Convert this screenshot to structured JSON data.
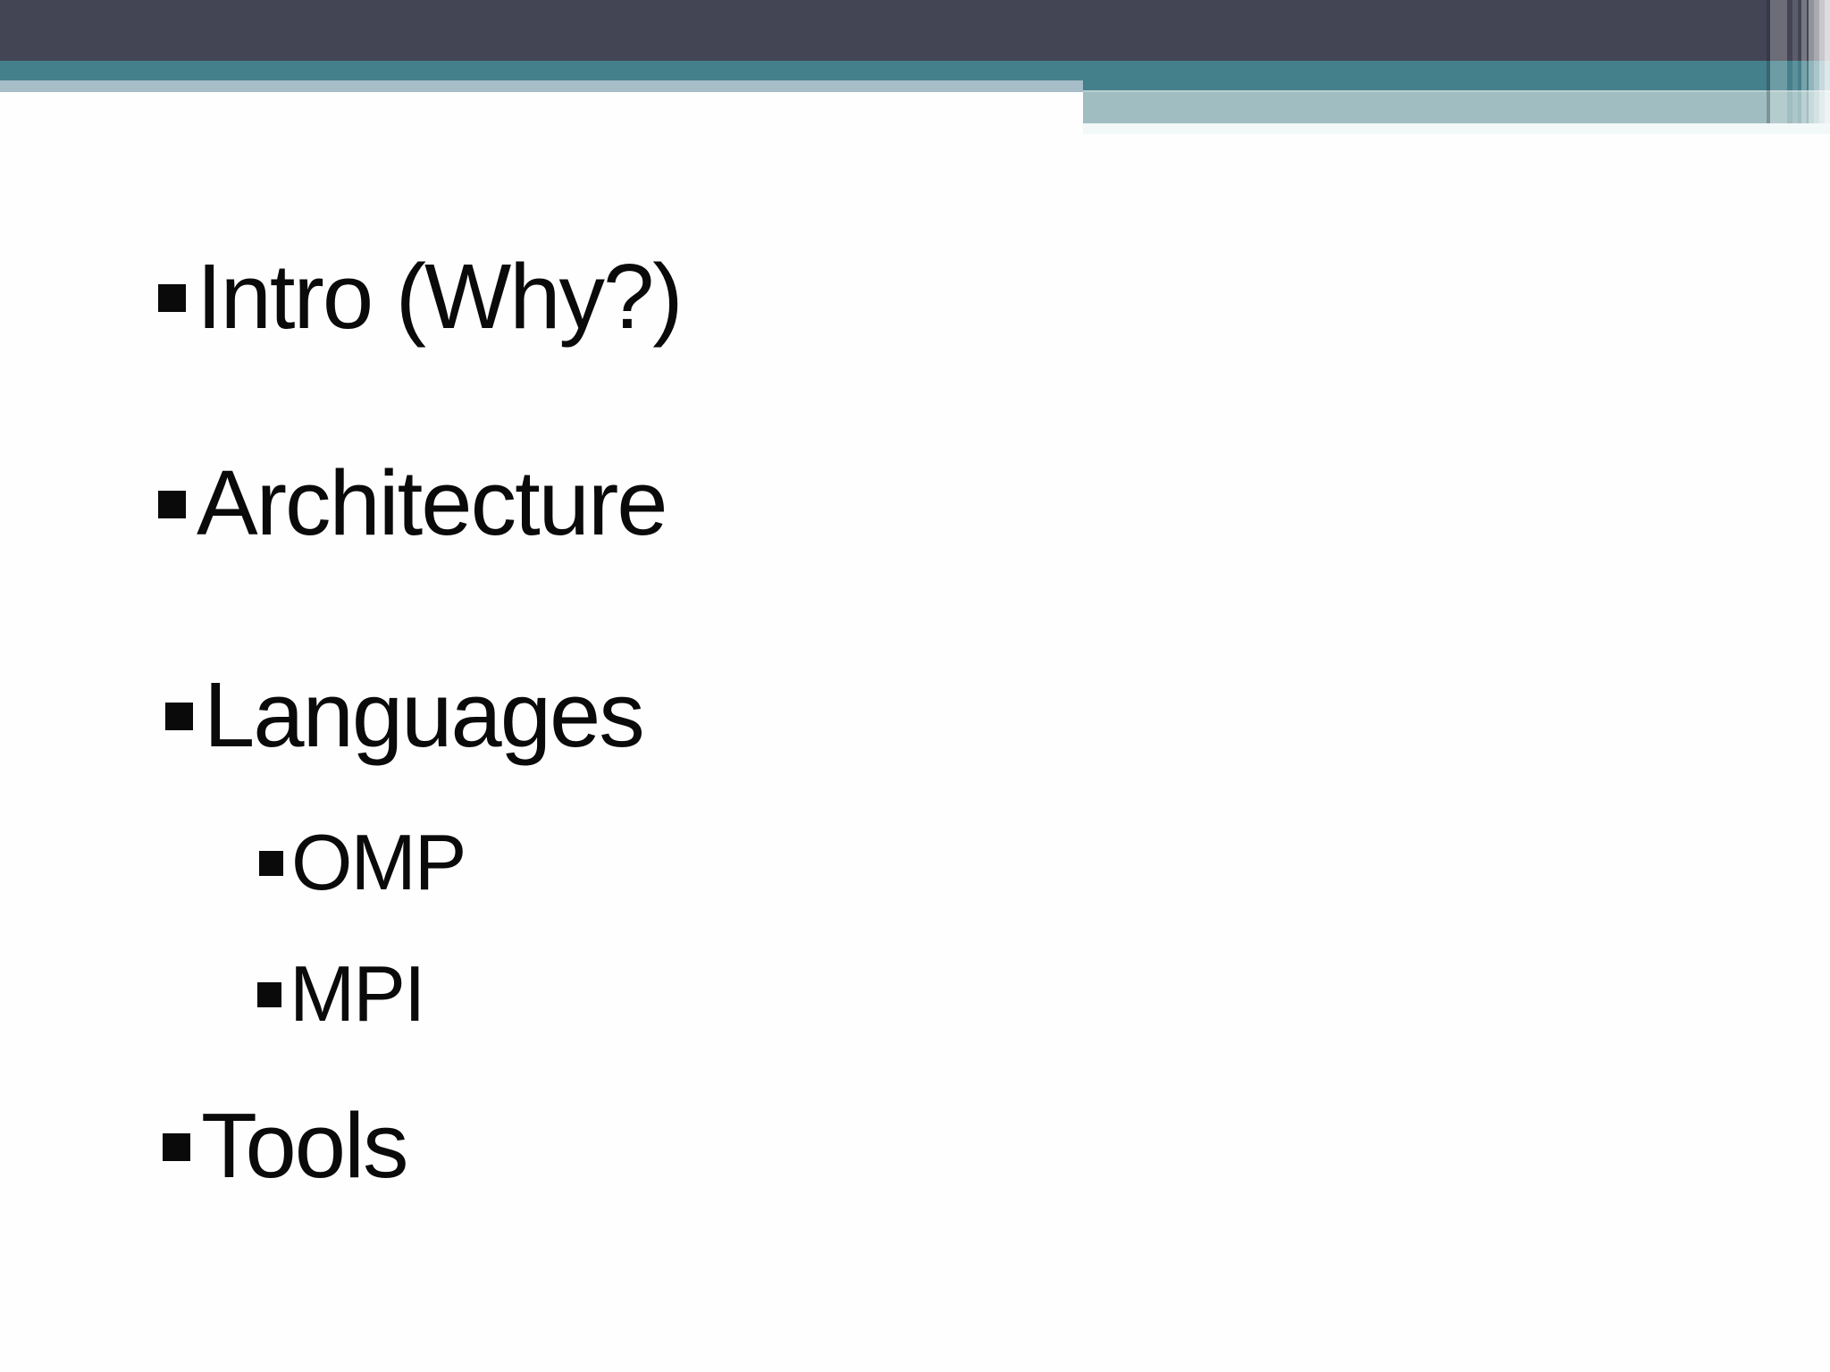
{
  "slide": {
    "type": "presentation-slide-outline",
    "bullets": [
      {
        "label": "Intro (Why?)",
        "level": 1
      },
      {
        "label": "Architecture",
        "level": 1
      },
      {
        "label": "Languages",
        "level": 1
      },
      {
        "label": "OMP",
        "level": 2
      },
      {
        "label": "MPI",
        "level": 2
      },
      {
        "label": "Tools",
        "level": 1
      }
    ],
    "theme": {
      "dark-bar": "#434554",
      "teal-bar": "#44808B",
      "light-stripe": "#A7BEC8",
      "light-block": "#A0BEC1",
      "pale-band": "#F3F8F8",
      "text": "#0A0A0A",
      "background": "#FEFEFE"
    }
  }
}
